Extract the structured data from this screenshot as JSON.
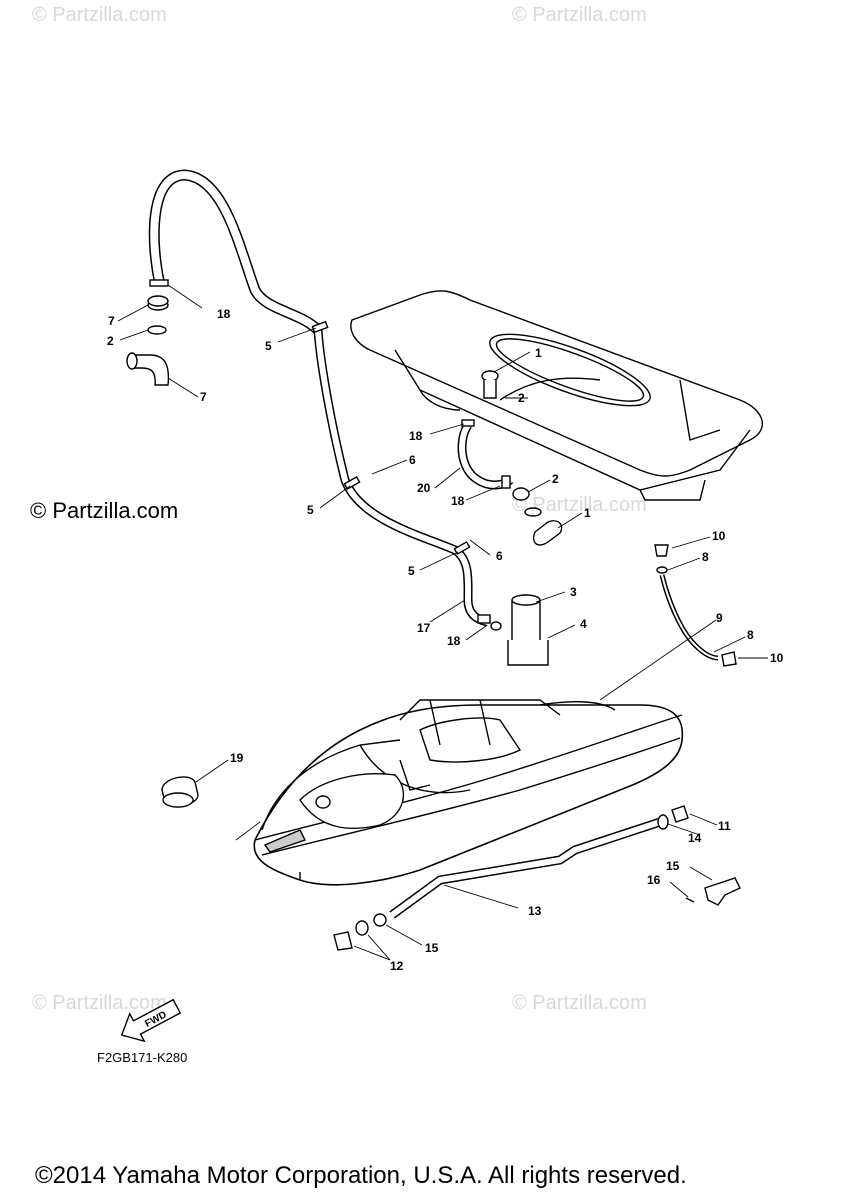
{
  "watermarks": {
    "top_left": "© Partzilla.com",
    "top_right": "© Partzilla.com",
    "mid_left": "© Partzilla.com",
    "mid_right": "© Partzilla.com",
    "bottom_left": "© Partzilla.com",
    "bottom_right": "© Partzilla.com"
  },
  "callouts": [
    "1",
    "1",
    "2",
    "2",
    "2",
    "3",
    "4",
    "5",
    "5",
    "5",
    "6",
    "6",
    "7",
    "7",
    "8",
    "8",
    "9",
    "10",
    "10",
    "11",
    "12",
    "13",
    "14",
    "15",
    "15",
    "16",
    "17",
    "18",
    "18",
    "18",
    "18",
    "19",
    "20"
  ],
  "fwd_label": "FWD",
  "diagram_code": "F2GB171-K280",
  "copyright": "©2014 Yamaha Motor Corporation, U.S.A. All rights reserved."
}
